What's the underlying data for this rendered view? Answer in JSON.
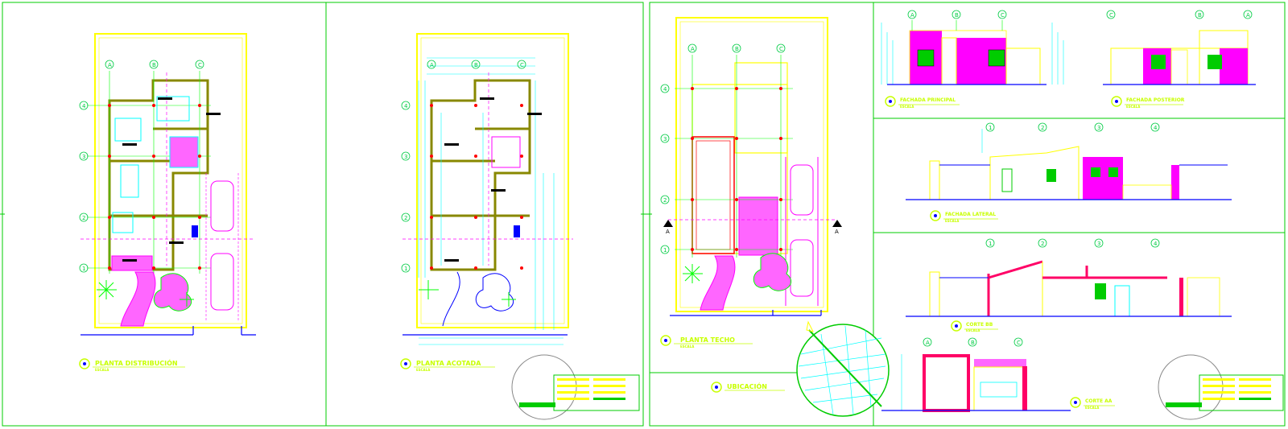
{
  "sheets": [
    {
      "title": "PLANTA DISTRIBUCIÓN",
      "subtitle": "ESCALA"
    },
    {
      "title": "PLANTA ACOTADA",
      "subtitle": "ESCALA"
    },
    {
      "title": "PLANTA TECHO",
      "subtitle": "ESCALA"
    },
    {
      "title": "UBICACIÓN",
      "subtitle": ""
    },
    {
      "title": "FACHADA PRINCIPAL",
      "subtitle": "ESCALA"
    },
    {
      "title": "FACHADA POSTERIOR",
      "subtitle": "ESCALA"
    },
    {
      "title": "FACHADA LATERAL",
      "subtitle": "ESCALA"
    },
    {
      "title": "CORTE BB",
      "subtitle": "ESCALA"
    },
    {
      "title": "CORTE AA",
      "subtitle": "ESCALA"
    }
  ],
  "axes": {
    "letters": [
      "A",
      "B",
      "C"
    ],
    "numbers": [
      "1",
      "2",
      "3",
      "4"
    ],
    "plan_rows": [
      "4",
      "3",
      "2",
      "1"
    ],
    "cut_markers": [
      "A",
      "A"
    ]
  },
  "colors": {
    "frame": "#00cc00",
    "wall": "#ffff00",
    "accent": "#ff00ff",
    "dimension": "#00ffff",
    "axis": "#00cc44",
    "cut": "#ff0000",
    "ground": "#0000ff"
  }
}
